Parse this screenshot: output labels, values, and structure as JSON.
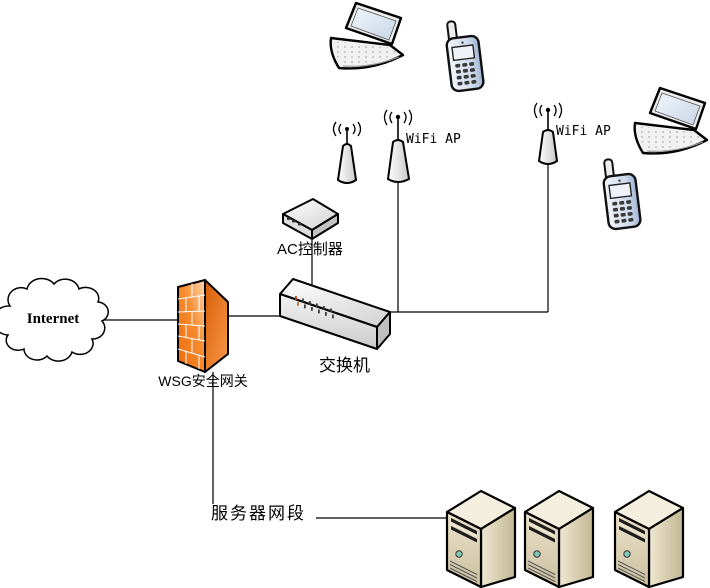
{
  "nodes": {
    "internet": {
      "type": "cloud",
      "label": "Internet"
    },
    "firewall": {
      "type": "firewall",
      "label": "WSG安全网关"
    },
    "switch": {
      "type": "switch",
      "label": "交换机"
    },
    "ac_controller": {
      "type": "ac-controller",
      "label": "AC控制器"
    },
    "antenna_small": {
      "type": "antenna",
      "label": ""
    },
    "wifi_ap_1": {
      "type": "wifi-antenna",
      "label": "WiFi AP"
    },
    "wifi_ap_2": {
      "type": "wifi-antenna",
      "label": "WiFi AP"
    },
    "laptop_top": {
      "type": "laptop"
    },
    "phone_top": {
      "type": "mobile-phone"
    },
    "laptop_right": {
      "type": "laptop"
    },
    "phone_right": {
      "type": "mobile-phone"
    },
    "server_segment": {
      "type": "network-segment",
      "label": "服务器网段"
    },
    "server_1": {
      "type": "server"
    },
    "server_2": {
      "type": "server"
    },
    "server_3": {
      "type": "server"
    }
  },
  "edges": [
    {
      "from": "internet",
      "to": "firewall"
    },
    {
      "from": "firewall",
      "to": "switch"
    },
    {
      "from": "ac_controller",
      "to": "switch"
    },
    {
      "from": "switch",
      "to": "wifi_ap_1"
    },
    {
      "from": "switch",
      "to": "wifi_ap_2"
    },
    {
      "from": "firewall",
      "to": "server_segment"
    },
    {
      "from": "server_segment",
      "to": "server_1"
    }
  ],
  "colors": {
    "firewall_front": "#F5821F",
    "firewall_side": "#E8650C",
    "server_body": "#D8CDAC",
    "device_blue": "#C9D6EA",
    "connector": "#000000",
    "background": "#FFFFFF"
  }
}
